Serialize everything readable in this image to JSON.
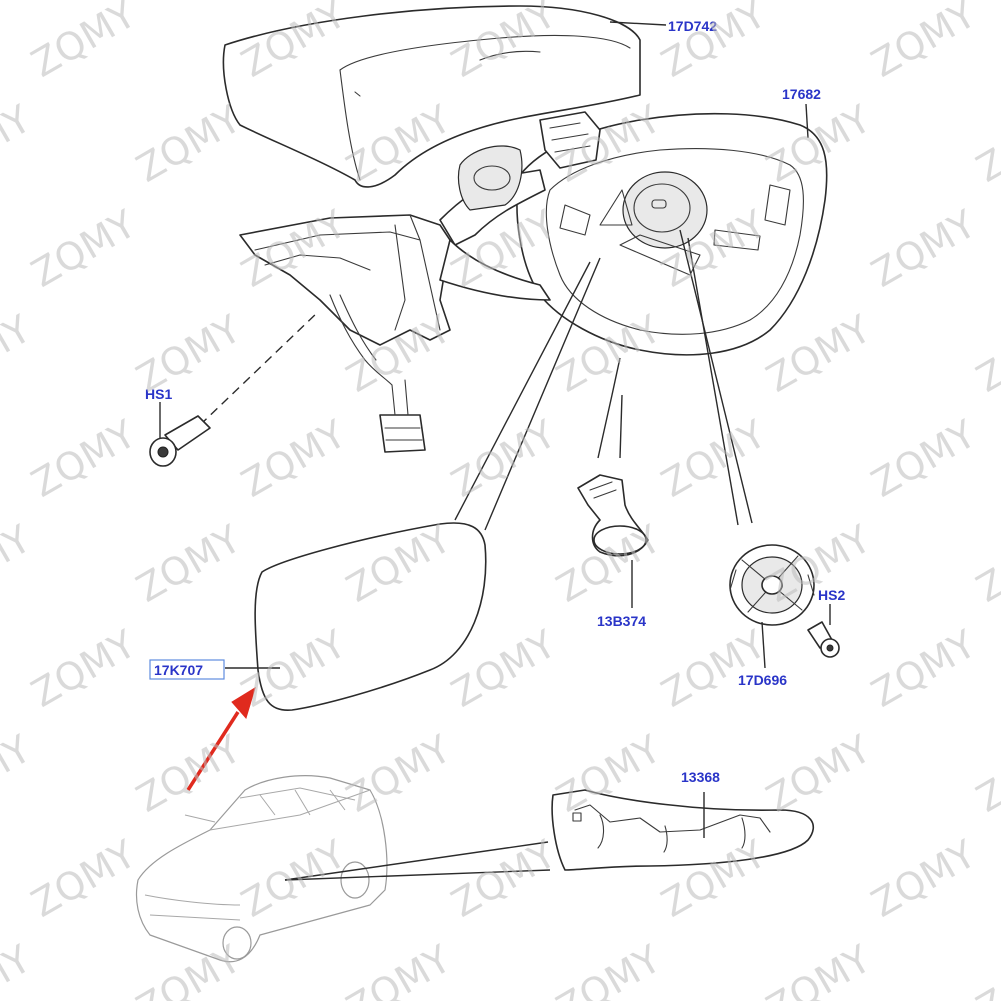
{
  "watermark": {
    "text": "ZQMY"
  },
  "parts": [
    {
      "id": "mirror-cover",
      "label": "17D742"
    },
    {
      "id": "mirror-housing",
      "label": "17682"
    },
    {
      "id": "screw-hs1",
      "label": "HS1"
    },
    {
      "id": "clip",
      "label": "13B374"
    },
    {
      "id": "screw-hs2",
      "label": "HS2"
    },
    {
      "id": "motor",
      "label": "17D696"
    },
    {
      "id": "mirror-glass",
      "label": "17K707"
    },
    {
      "id": "indicator-lamp",
      "label": "13368"
    }
  ],
  "colors": {
    "label": "#2a35c8",
    "arrow": "#e02a1e",
    "highlight_box": "#5f8de0",
    "watermark": "#bcbcbc"
  }
}
